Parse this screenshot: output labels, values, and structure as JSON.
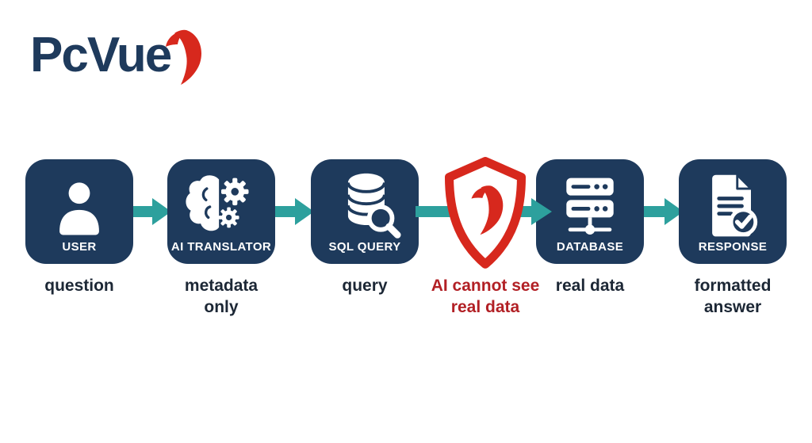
{
  "logo": {
    "text": "PcVue"
  },
  "colors": {
    "navy": "#1e3a5c",
    "teal": "#2da09d",
    "red": "#d7281d",
    "red-text": "#b22025",
    "ink": "#1c2735",
    "white": "#ffffff"
  },
  "flow": {
    "steps": [
      {
        "title": "USER",
        "icon": "user-icon",
        "caption": "question"
      },
      {
        "title": "AI TRANSLATOR",
        "icon": "brain-gears-icon",
        "caption": "metadata\nonly"
      },
      {
        "title": "SQL QUERY",
        "icon": "database-search-icon",
        "caption": "query"
      },
      {
        "title": "",
        "icon": "pcvue-shield-icon",
        "caption": "AI cannot see\nreal data"
      },
      {
        "title": "DATABASE",
        "icon": "server-icon",
        "caption": "real data"
      },
      {
        "title": "RESPONSE",
        "icon": "document-check-icon",
        "caption": "formatted\nanswer"
      }
    ]
  }
}
